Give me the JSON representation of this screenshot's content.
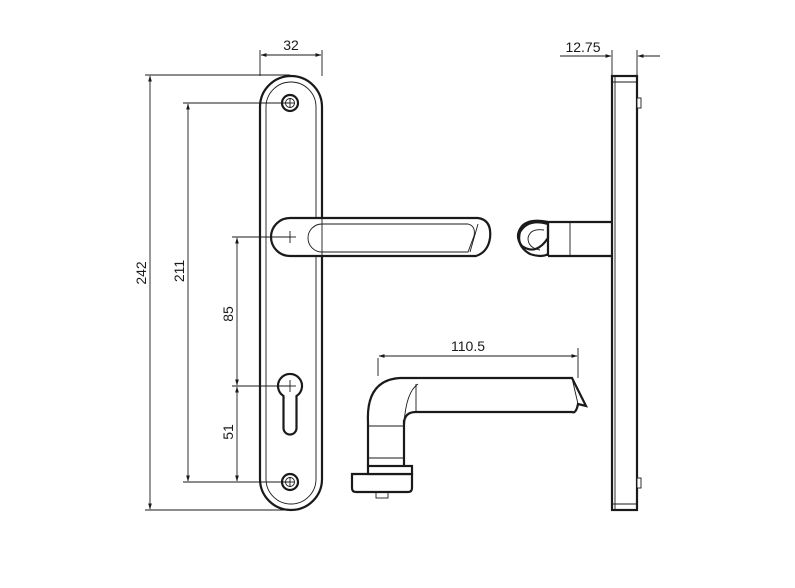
{
  "dimensions": {
    "plate_width": "32",
    "side_thickness": "12.75",
    "overall_height": "242",
    "screw_spacing": "211",
    "handle_to_cylinder": "85",
    "cylinder_to_screw": "51",
    "lever_length": "110.5"
  }
}
